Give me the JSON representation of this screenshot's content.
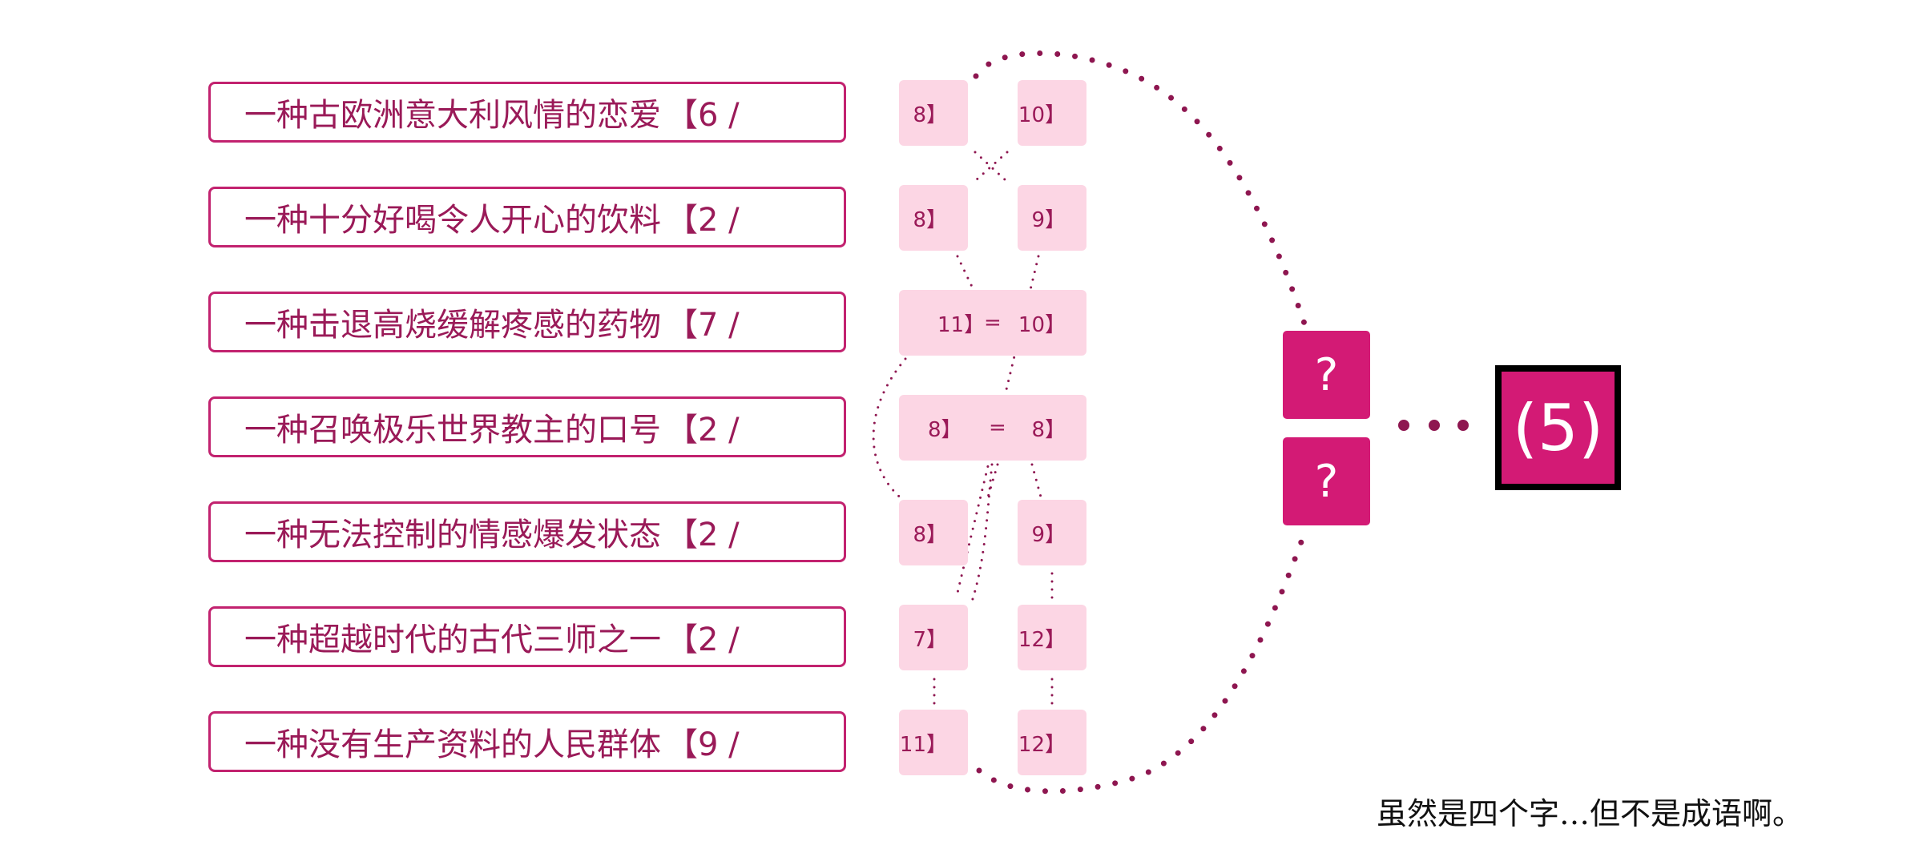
{
  "clues": [
    {
      "text": "一种古欧洲意大利风情的恋爱",
      "bracket": "【6 /"
    },
    {
      "text": "一种十分好喝令人开心的饮料",
      "bracket": "【2 /"
    },
    {
      "text": "一种击退高烧缓解疼感的药物",
      "bracket": "【7 /"
    },
    {
      "text": "一种召唤极乐世界教主的口号",
      "bracket": "【2 /"
    },
    {
      "text": "一种无法控制的情感爆发状态",
      "bracket": "【2 /"
    },
    {
      "text": "一种超越时代的古代三师之一",
      "bracket": "【2 /"
    },
    {
      "text": "一种没有生产资料的人民群体",
      "bracket": "【9 /"
    }
  ],
  "numbers": [
    {
      "left": "8】",
      "right": "10】"
    },
    {
      "left": "8】",
      "right": "9】"
    },
    {
      "left": "11】",
      "eq": "=",
      "right": "10】"
    },
    {
      "left": "8】",
      "eq": "=",
      "right": "8】"
    },
    {
      "left": "8】",
      "right": "9】"
    },
    {
      "left": "7】",
      "right": "12】"
    },
    {
      "left": "11】",
      "right": "12】"
    }
  ],
  "unknowns": [
    "?",
    "?"
  ],
  "ellipsis_dots": 3,
  "answer": "(5)",
  "caption": "虽然是四个字…但不是成语啊。",
  "colors": {
    "accent": "#d31a75",
    "text": "#9a1a58",
    "pink": "#fcd6e4",
    "dots": "#8e1650"
  }
}
